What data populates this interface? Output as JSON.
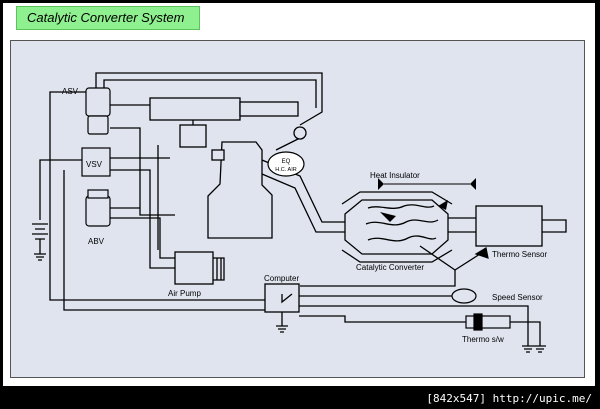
{
  "title": "Catalytic Converter System",
  "labels": {
    "asv": "ASV",
    "vsv": "VSV",
    "abv": "ABV",
    "air_pump": "Air Pump",
    "heat_insulator": "Heat Insulator",
    "catalytic_converter": "Catalytic Converter",
    "thermo_sensor": "Thermo Sensor",
    "computer": "Computer",
    "speed_sensor": "Speed Sensor",
    "thermo_sw": "Thermo s/w",
    "eq_line1": "EQ",
    "eq_line2": "H.C. AIR"
  },
  "footer": "[842x547] http://upic.me/",
  "colors": {
    "panel": "#dfe4ef",
    "title_bg": "#8ef08e",
    "line": "#000000"
  }
}
